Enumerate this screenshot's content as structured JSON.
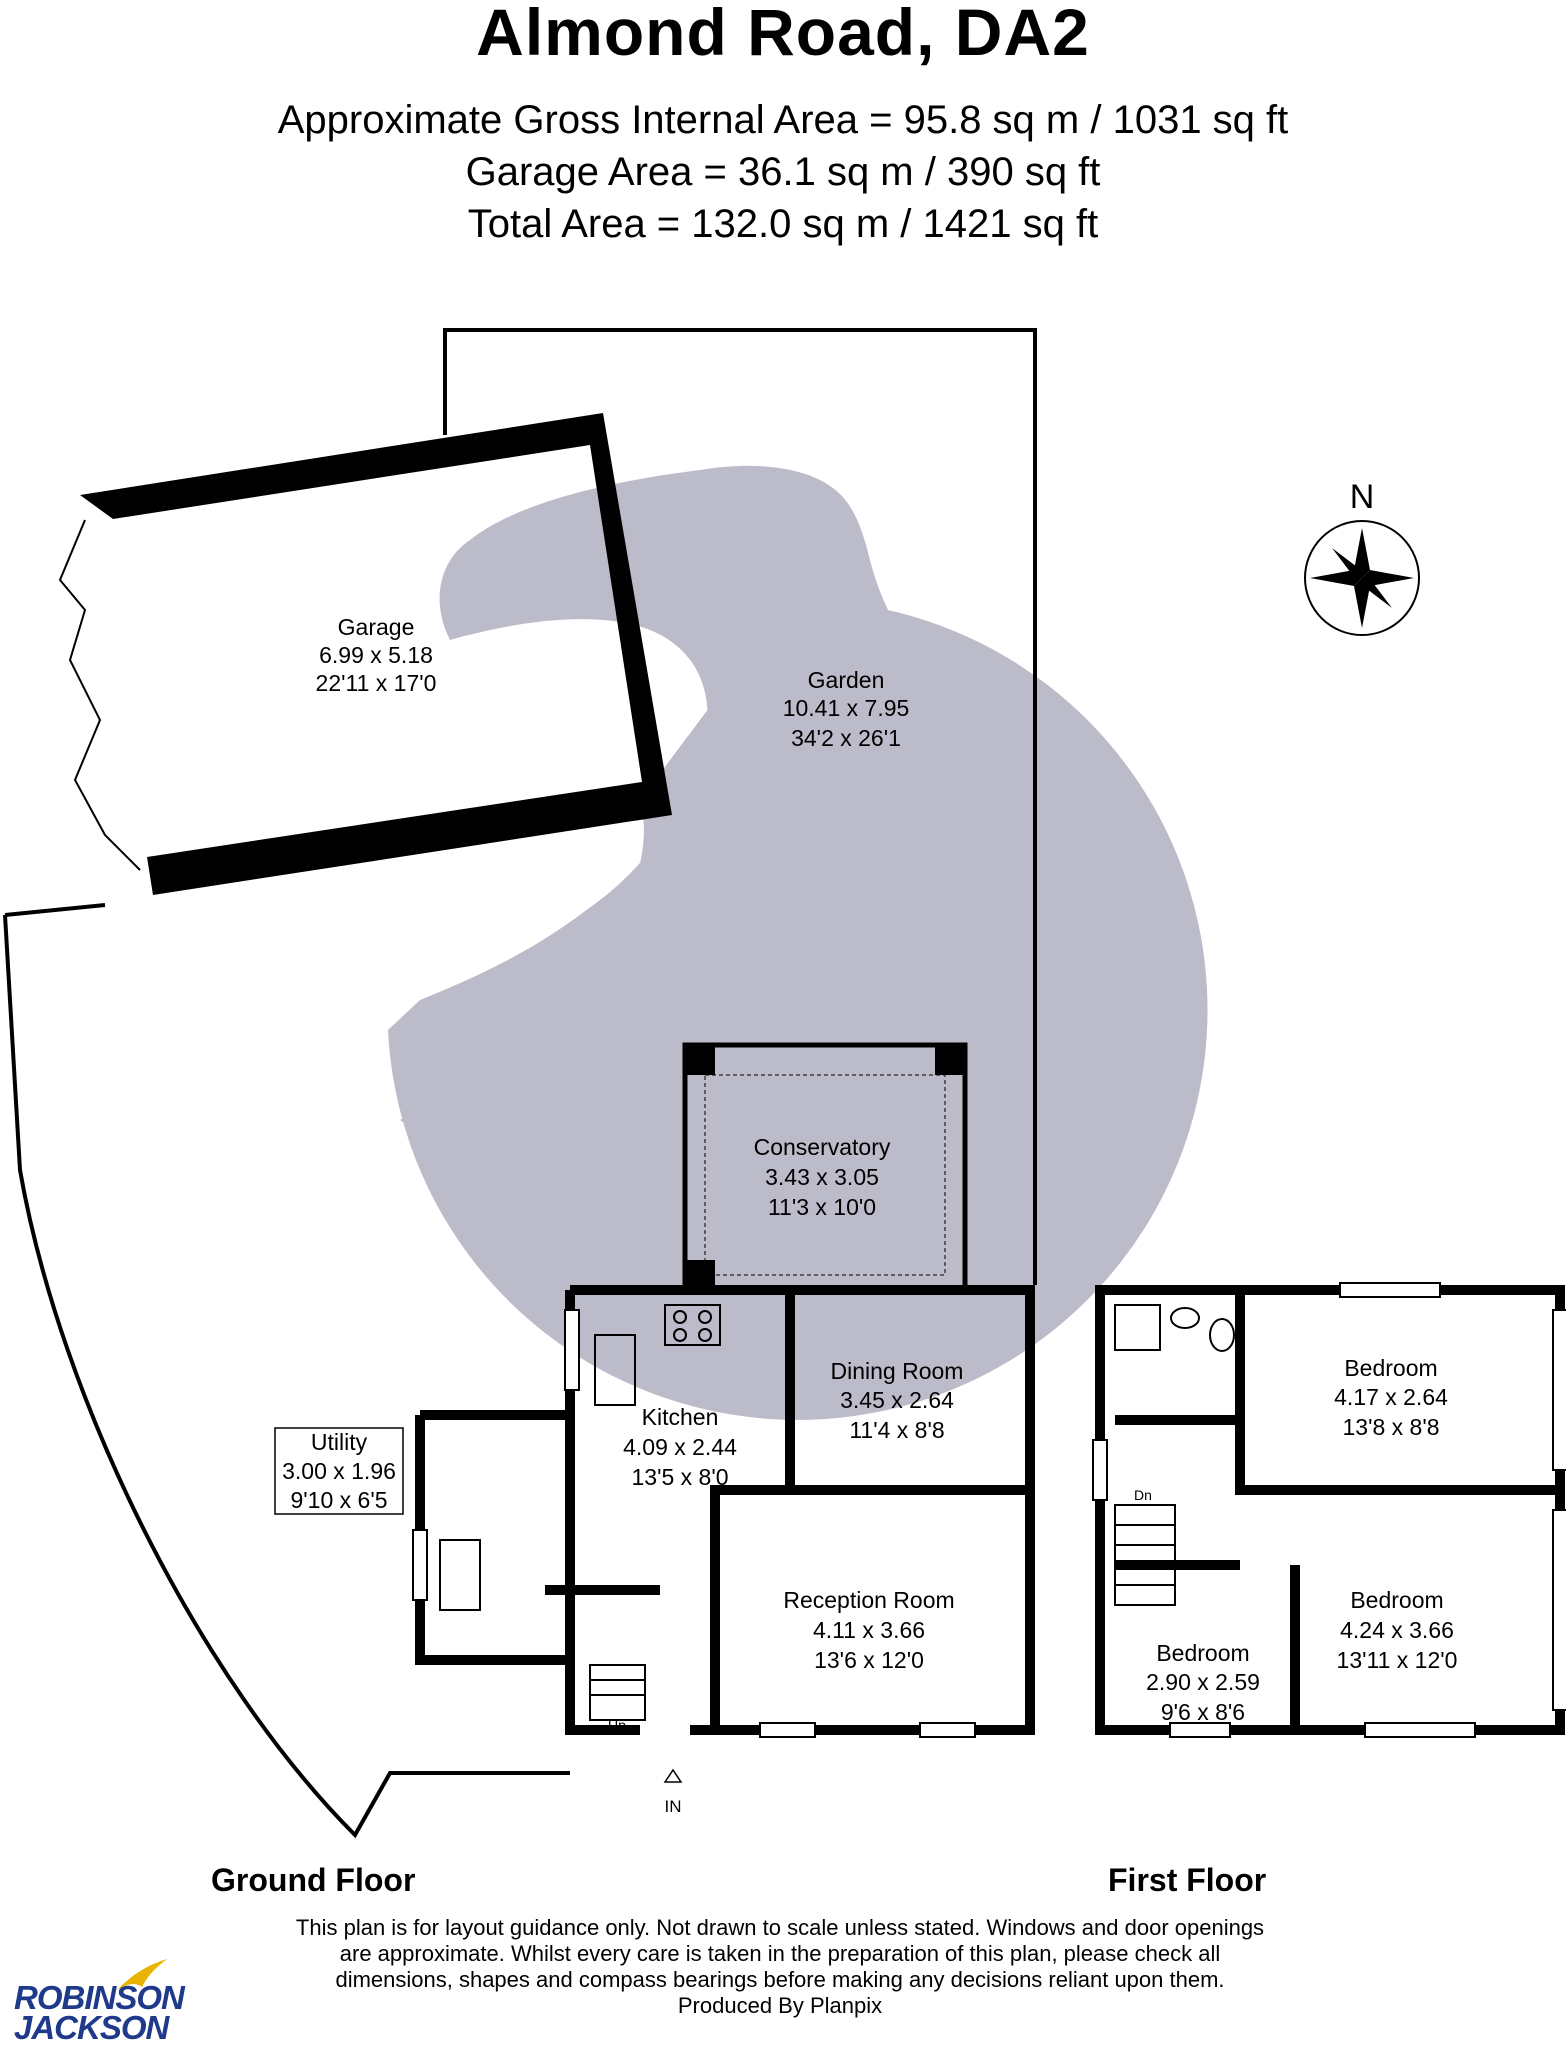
{
  "title": "Almond Road, DA2",
  "areas": [
    "Approximate Gross Internal Area = 95.8 sq m / 1031 sq ft",
    "Garage Area = 36.1 sq m / 390 sq ft",
    "Total Area = 132.0 sq m / 1421 sq ft"
  ],
  "rooms": {
    "garage": {
      "name": "Garage",
      "metric": "6.99 x 5.18",
      "imperial": "22'11 x 17'0"
    },
    "garden": {
      "name": "Garden",
      "metric": "10.41 x 7.95",
      "imperial": "34'2 x 26'1"
    },
    "conservatory": {
      "name": "Conservatory",
      "metric": "3.43 x 3.05",
      "imperial": "11'3 x 10'0"
    },
    "dining": {
      "name": "Dining Room",
      "metric": "3.45 x 2.64",
      "imperial": "11'4 x 8'8"
    },
    "kitchen": {
      "name": "Kitchen",
      "metric": "4.09 x 2.44",
      "imperial": "13'5 x 8'0"
    },
    "utility": {
      "name": "Utility",
      "metric": "3.00 x 1.96",
      "imperial": "9'10 x 6'5"
    },
    "reception": {
      "name": "Reception Room",
      "metric": "4.11 x 3.66",
      "imperial": "13'6 x 12'0"
    },
    "bedroom1": {
      "name": "Bedroom",
      "metric": "4.17 x 2.64",
      "imperial": "13'8 x 8'8"
    },
    "bedroom2": {
      "name": "Bedroom",
      "metric": "4.24 x 3.66",
      "imperial": "13'11 x 12'0"
    },
    "bedroom3": {
      "name": "Bedroom",
      "metric": "2.90 x 2.59",
      "imperial": "9'6 x 8'6"
    }
  },
  "markers": {
    "up": "Up",
    "down": "Dn",
    "entrance": "IN",
    "north": "N"
  },
  "floors": {
    "ground": "Ground Floor",
    "first": "First Floor"
  },
  "disclaimer": [
    "This plan is for layout guidance only. Not drawn to scale unless stated. Windows and door openings",
    "are approximate. Whilst every care is taken in the preparation of this plan, please check all",
    "dimensions, shapes and compass bearings before making any decisions reliant upon them.",
    "Produced By Planpix"
  ],
  "logo": {
    "line1": "ROBINSON",
    "line2": "JACKSON"
  },
  "colors": {
    "wall": "#000000",
    "watermark": "#b7b7c6",
    "logo": "#1f3a8a",
    "logo_accent": "#e8b400"
  }
}
